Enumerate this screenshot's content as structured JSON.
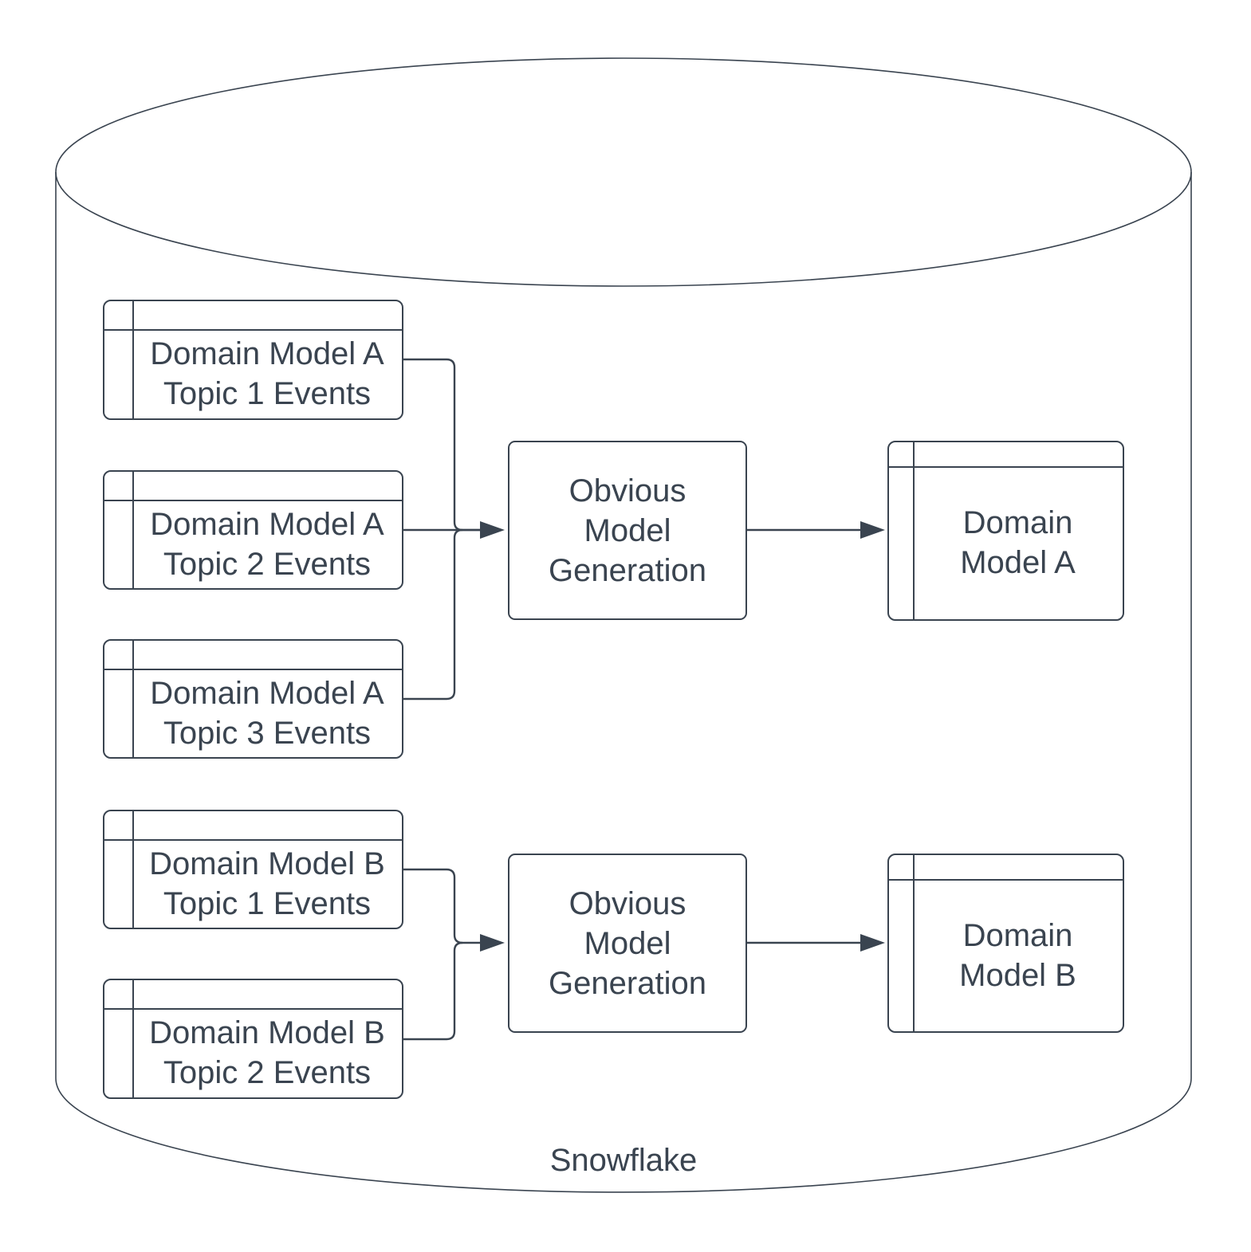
{
  "diagram": {
    "type": "data-flow-diagram",
    "container": {
      "shape": "database-cylinder",
      "label": "Snowflake"
    },
    "groups": [
      {
        "name": "domain-model-a-pipeline",
        "sources": [
          {
            "line1": "Domain Model A",
            "line2": "Topic 1 Events"
          },
          {
            "line1": "Domain Model A",
            "line2": "Topic 2 Events"
          },
          {
            "line1": "Domain Model A",
            "line2": "Topic 3 Events"
          }
        ],
        "process": {
          "line1": "Obvious",
          "line2": "Model",
          "line3": "Generation"
        },
        "output": {
          "line1": "Domain",
          "line2": "Model A"
        }
      },
      {
        "name": "domain-model-b-pipeline",
        "sources": [
          {
            "line1": "Domain Model B",
            "line2": "Topic 1 Events"
          },
          {
            "line1": "Domain Model B",
            "line2": "Topic 2 Events"
          }
        ],
        "process": {
          "line1": "Obvious",
          "line2": "Model",
          "line3": "Generation"
        },
        "output": {
          "line1": "Domain",
          "line2": "Model B"
        }
      }
    ],
    "colors": {
      "stroke": "#3a4450",
      "text": "#3a4450",
      "background": "#ffffff"
    }
  }
}
